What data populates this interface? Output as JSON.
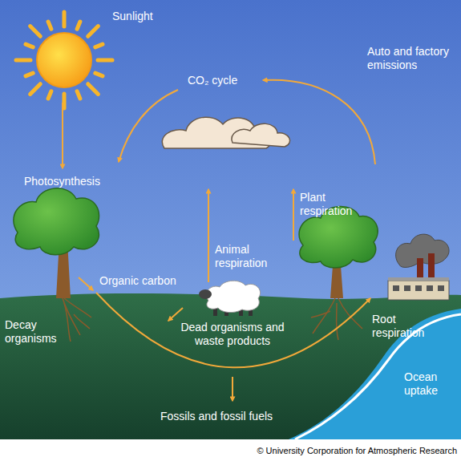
{
  "diagram": {
    "labels": [
      "Sunlight",
      "CO₂ cycle",
      "Auto and factory emissions",
      "Photosynthesis",
      "Plant respiration",
      "Animal respiration",
      "Organic carbon",
      "Decay organisms",
      "Dead organisms and waste products",
      "Root respiration",
      "Fossils and fossil fuels",
      "Ocean uptake",
      "© University Corporation for Atmospheric Research"
    ]
  }
}
